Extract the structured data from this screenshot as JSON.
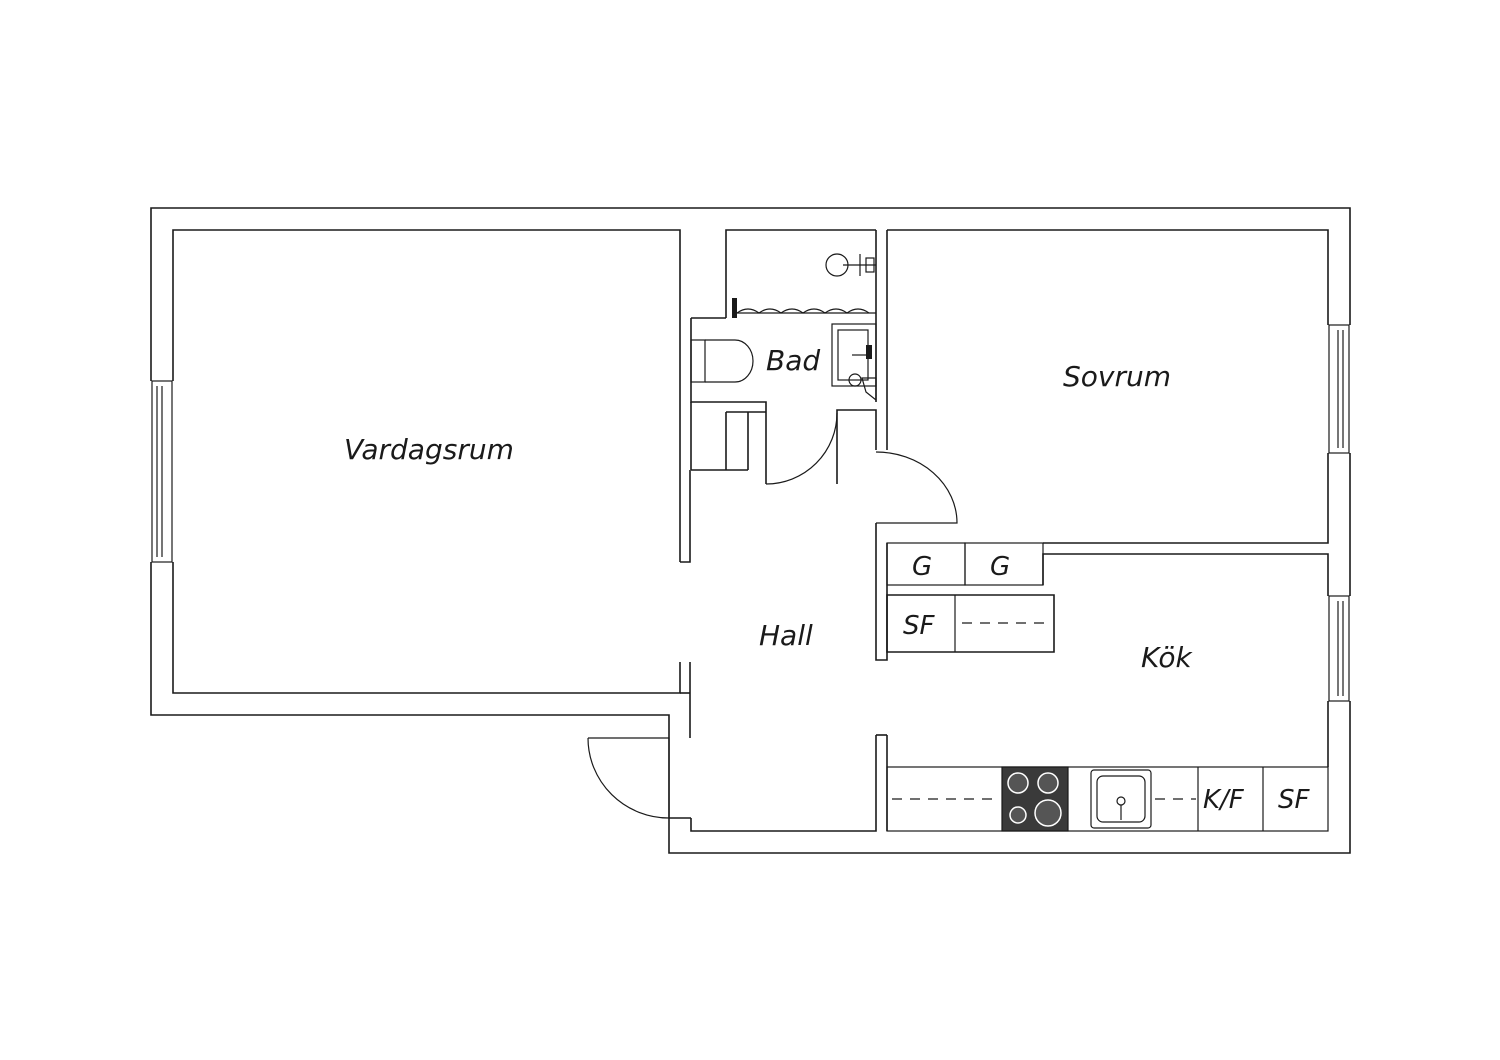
{
  "rooms": {
    "living": "Vardagsrum",
    "bath": "Bad",
    "bedroom": "Sovrum",
    "hall": "Hall",
    "kitchen": "Kök"
  },
  "units": {
    "wardrobe_1": "G",
    "wardrobe_2": "G",
    "hall_storage": "SF",
    "fridge_freezer": "K/F",
    "kitchen_storage": "SF"
  },
  "colors": {
    "line": "#1a1a1a",
    "background": "#ffffff",
    "hob": "#3a3a3a"
  },
  "icons": {
    "toilet": "toilet-icon",
    "sink": "bathroom-sink-icon",
    "shower": "shower-icon",
    "hob": "stove-hob-icon",
    "kitchen_sink": "kitchen-sink-icon"
  }
}
